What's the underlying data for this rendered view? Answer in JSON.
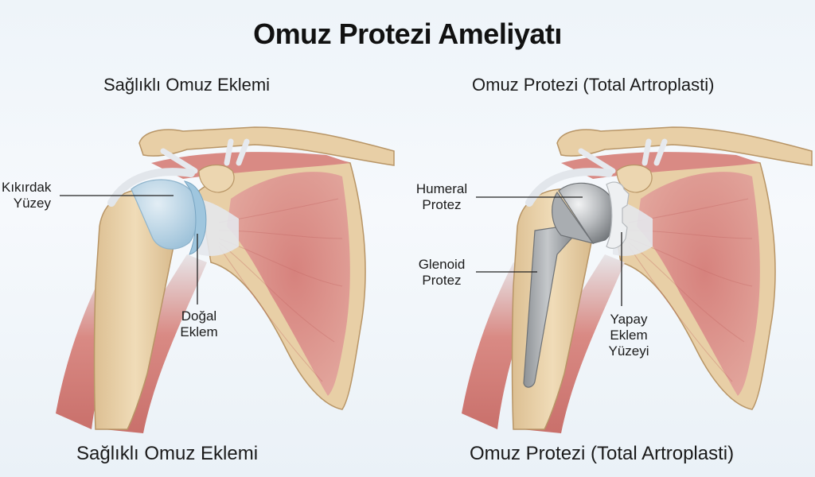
{
  "title": "Omuz Protezi Ameliyatı",
  "left_panel": {
    "subtitle": "Sağlıklı Omuz Eklemi",
    "caption": "Sağlıklı Omuz Eklemi",
    "labels": {
      "cartilage_line1": "Kıkırdak",
      "cartilage_line2": "Yüzey",
      "natural_joint_line1": "Doğal",
      "natural_joint_line2": "Eklem"
    }
  },
  "right_panel": {
    "subtitle": "Omuz Protezi (Total Artroplasti)",
    "caption": "Omuz Protezi (Total Artroplasti)",
    "labels": {
      "humeral_line1": "Humeral",
      "humeral_line2": "Protez",
      "glenoid_line1": "Glenoid",
      "glenoid_line2": "Protez",
      "artificial_line1": "Yapay",
      "artificial_line2": "Eklem",
      "artificial_line3": "Yüzeyi"
    }
  },
  "colors": {
    "bone": "#e8cfa6",
    "bone_shadow": "#c9a97a",
    "muscle": "#d98a84",
    "muscle_dark": "#c0615e",
    "tendon": "#e4e7ec",
    "cartilage": "#b9d6e6",
    "metal": "#b4b7ba",
    "metal_dark": "#7f8387",
    "poly": "#eef0f2"
  }
}
